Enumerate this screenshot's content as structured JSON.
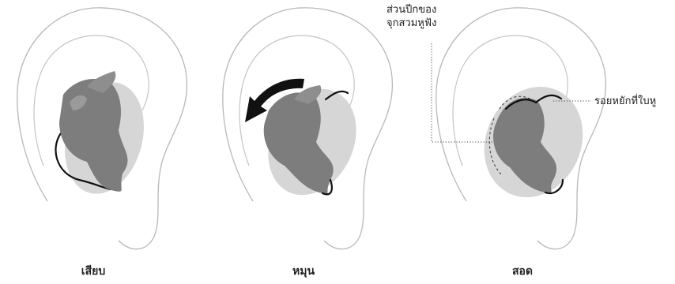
{
  "steps": [
    {
      "label": "เสียบ"
    },
    {
      "label": "หมุน"
    },
    {
      "label": "สอด"
    }
  ],
  "callouts": {
    "wing_tip": {
      "line1": "ส่วนปีกของ",
      "line2": "จุกสวมหูฟัง"
    },
    "ear_notch": "รอยหยักที่ใบหู"
  },
  "icons": {
    "rotate_arrow": "curved-arrow-counterclockwise"
  }
}
